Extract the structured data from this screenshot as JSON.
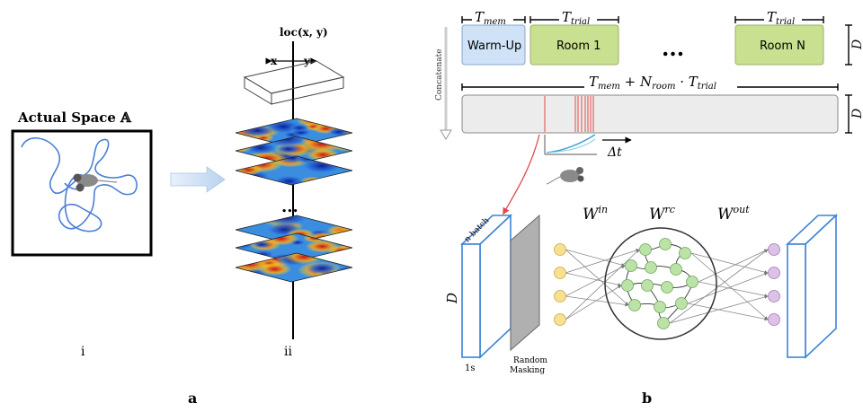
{
  "panel_a": {
    "title": "Actual Space 𝔸",
    "axis_label": "loc(x, y)",
    "x_label": "x",
    "y_label": "y",
    "ellipsis": "...",
    "sub_i": "i",
    "sub_ii": "ii",
    "panel_label": "a"
  },
  "panel_b": {
    "t_mem": "T",
    "t_mem_sub": "mem",
    "t_trial": "T",
    "t_trial_sub": "trial",
    "t_trial_2": "T",
    "t_trial_2_sub": "trial",
    "warm_up": "Warm-Up",
    "room1": "Room 1",
    "roomN": "Room N",
    "dots": "...",
    "D1": "D",
    "D2": "D",
    "concatenate": "Concatenate",
    "formula": {
      "p1": "T",
      "p1s": "mem",
      "p2": " + N",
      "p2s": "room",
      "p3": " · T",
      "p3s": "trial"
    },
    "delta_t": "Δt",
    "n_batch": "n batch",
    "D_left": "D",
    "one_s": "1s",
    "random_masking_1": "Random",
    "random_masking_2": "Masking",
    "w_in": "W",
    "w_in_sup": "in",
    "w_rc": "W",
    "w_rc_sup": "rc",
    "w_out": "W",
    "w_out_sup": "out",
    "panel_label": "b"
  },
  "colors": {
    "trajectory": "#4a7fd6",
    "warm_up_fill": "#cfe2f7",
    "room_fill": "#c8e08f",
    "bar_fill": "#ececec",
    "spike": "#e24a4a",
    "input_node": "#f7e08e",
    "reservoir_node": "#bde2a8",
    "output_node": "#dcc2e6",
    "block_stroke": "#3c84d6",
    "mask_fill": "#b0b0b0"
  }
}
